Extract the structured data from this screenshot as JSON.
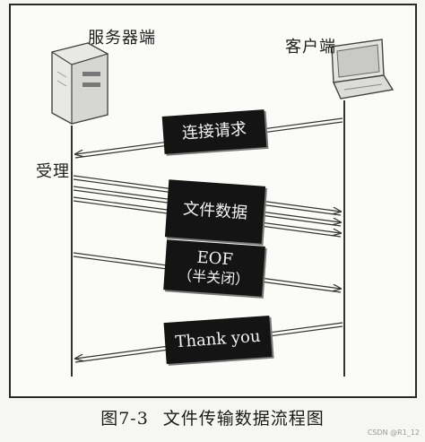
{
  "server_label": "服务器端",
  "client_label": "客户端",
  "accept_label": "受理",
  "messages": [
    {
      "text": "连接请求"
    },
    {
      "text": "文件数据"
    },
    {
      "text": "EOF"
    },
    {
      "text": "（半关闭）"
    },
    {
      "text": "Thank you"
    }
  ],
  "caption": {
    "figure": "图7-3",
    "title": "文件传输数据流程图"
  },
  "watermark": "CSDN @R1_12",
  "icons": [
    "server-computer-icon",
    "laptop-icon"
  ]
}
